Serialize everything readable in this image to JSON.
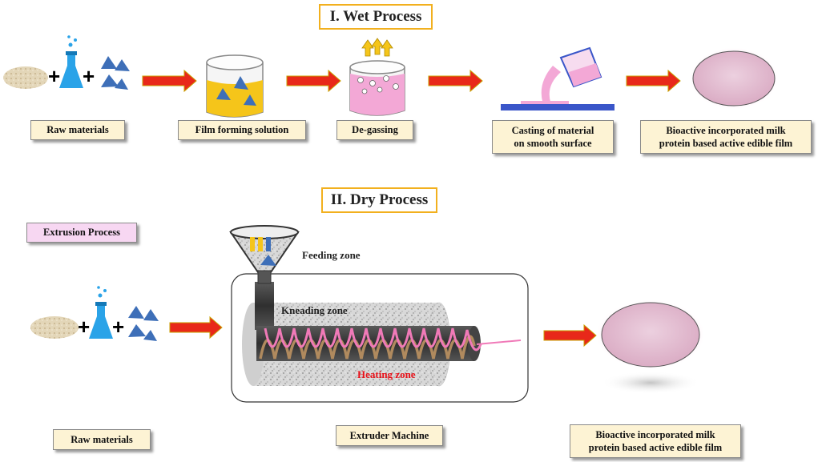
{
  "wet": {
    "title": "I. Wet Process",
    "labels": {
      "raw": "Raw materials",
      "film_solution": "Film forming solution",
      "degassing": "De-gassing",
      "casting_line1": "Casting of material",
      "casting_line2": "on smooth surface",
      "final_line1": "Bioactive incorporated milk",
      "final_line2": "protein based active edible film"
    }
  },
  "dry": {
    "title": "II. Dry Process",
    "tag": "Extrusion Process",
    "zones": {
      "feeding": "Feeding zone",
      "kneading": "Kneading zone",
      "heating": "Heating zone"
    },
    "labels": {
      "raw": "Raw materials",
      "machine": "Extruder Machine",
      "final_line1": "Bioactive incorporated milk",
      "final_line2": "protein based active edible film"
    }
  },
  "colors": {
    "arrow": "#e8281a",
    "arrow_outline": "#c8a000",
    "title_border": "#f2b01e",
    "label_bg": "#fdf3d4",
    "tag_bg": "#f7d7f2",
    "film": "#e8bfd6",
    "solution": "#f5c51a",
    "pink_liquid": "#f3a8d6",
    "triangle": "#3e6fb8",
    "heating_text": "#e8121a"
  },
  "icons": [
    "powder-pile-icon",
    "flask-icon",
    "triangle-crystals-icon",
    "beaker-icon",
    "pour-cup-icon",
    "film-disc-icon",
    "hopper-icon",
    "screw-icon"
  ]
}
